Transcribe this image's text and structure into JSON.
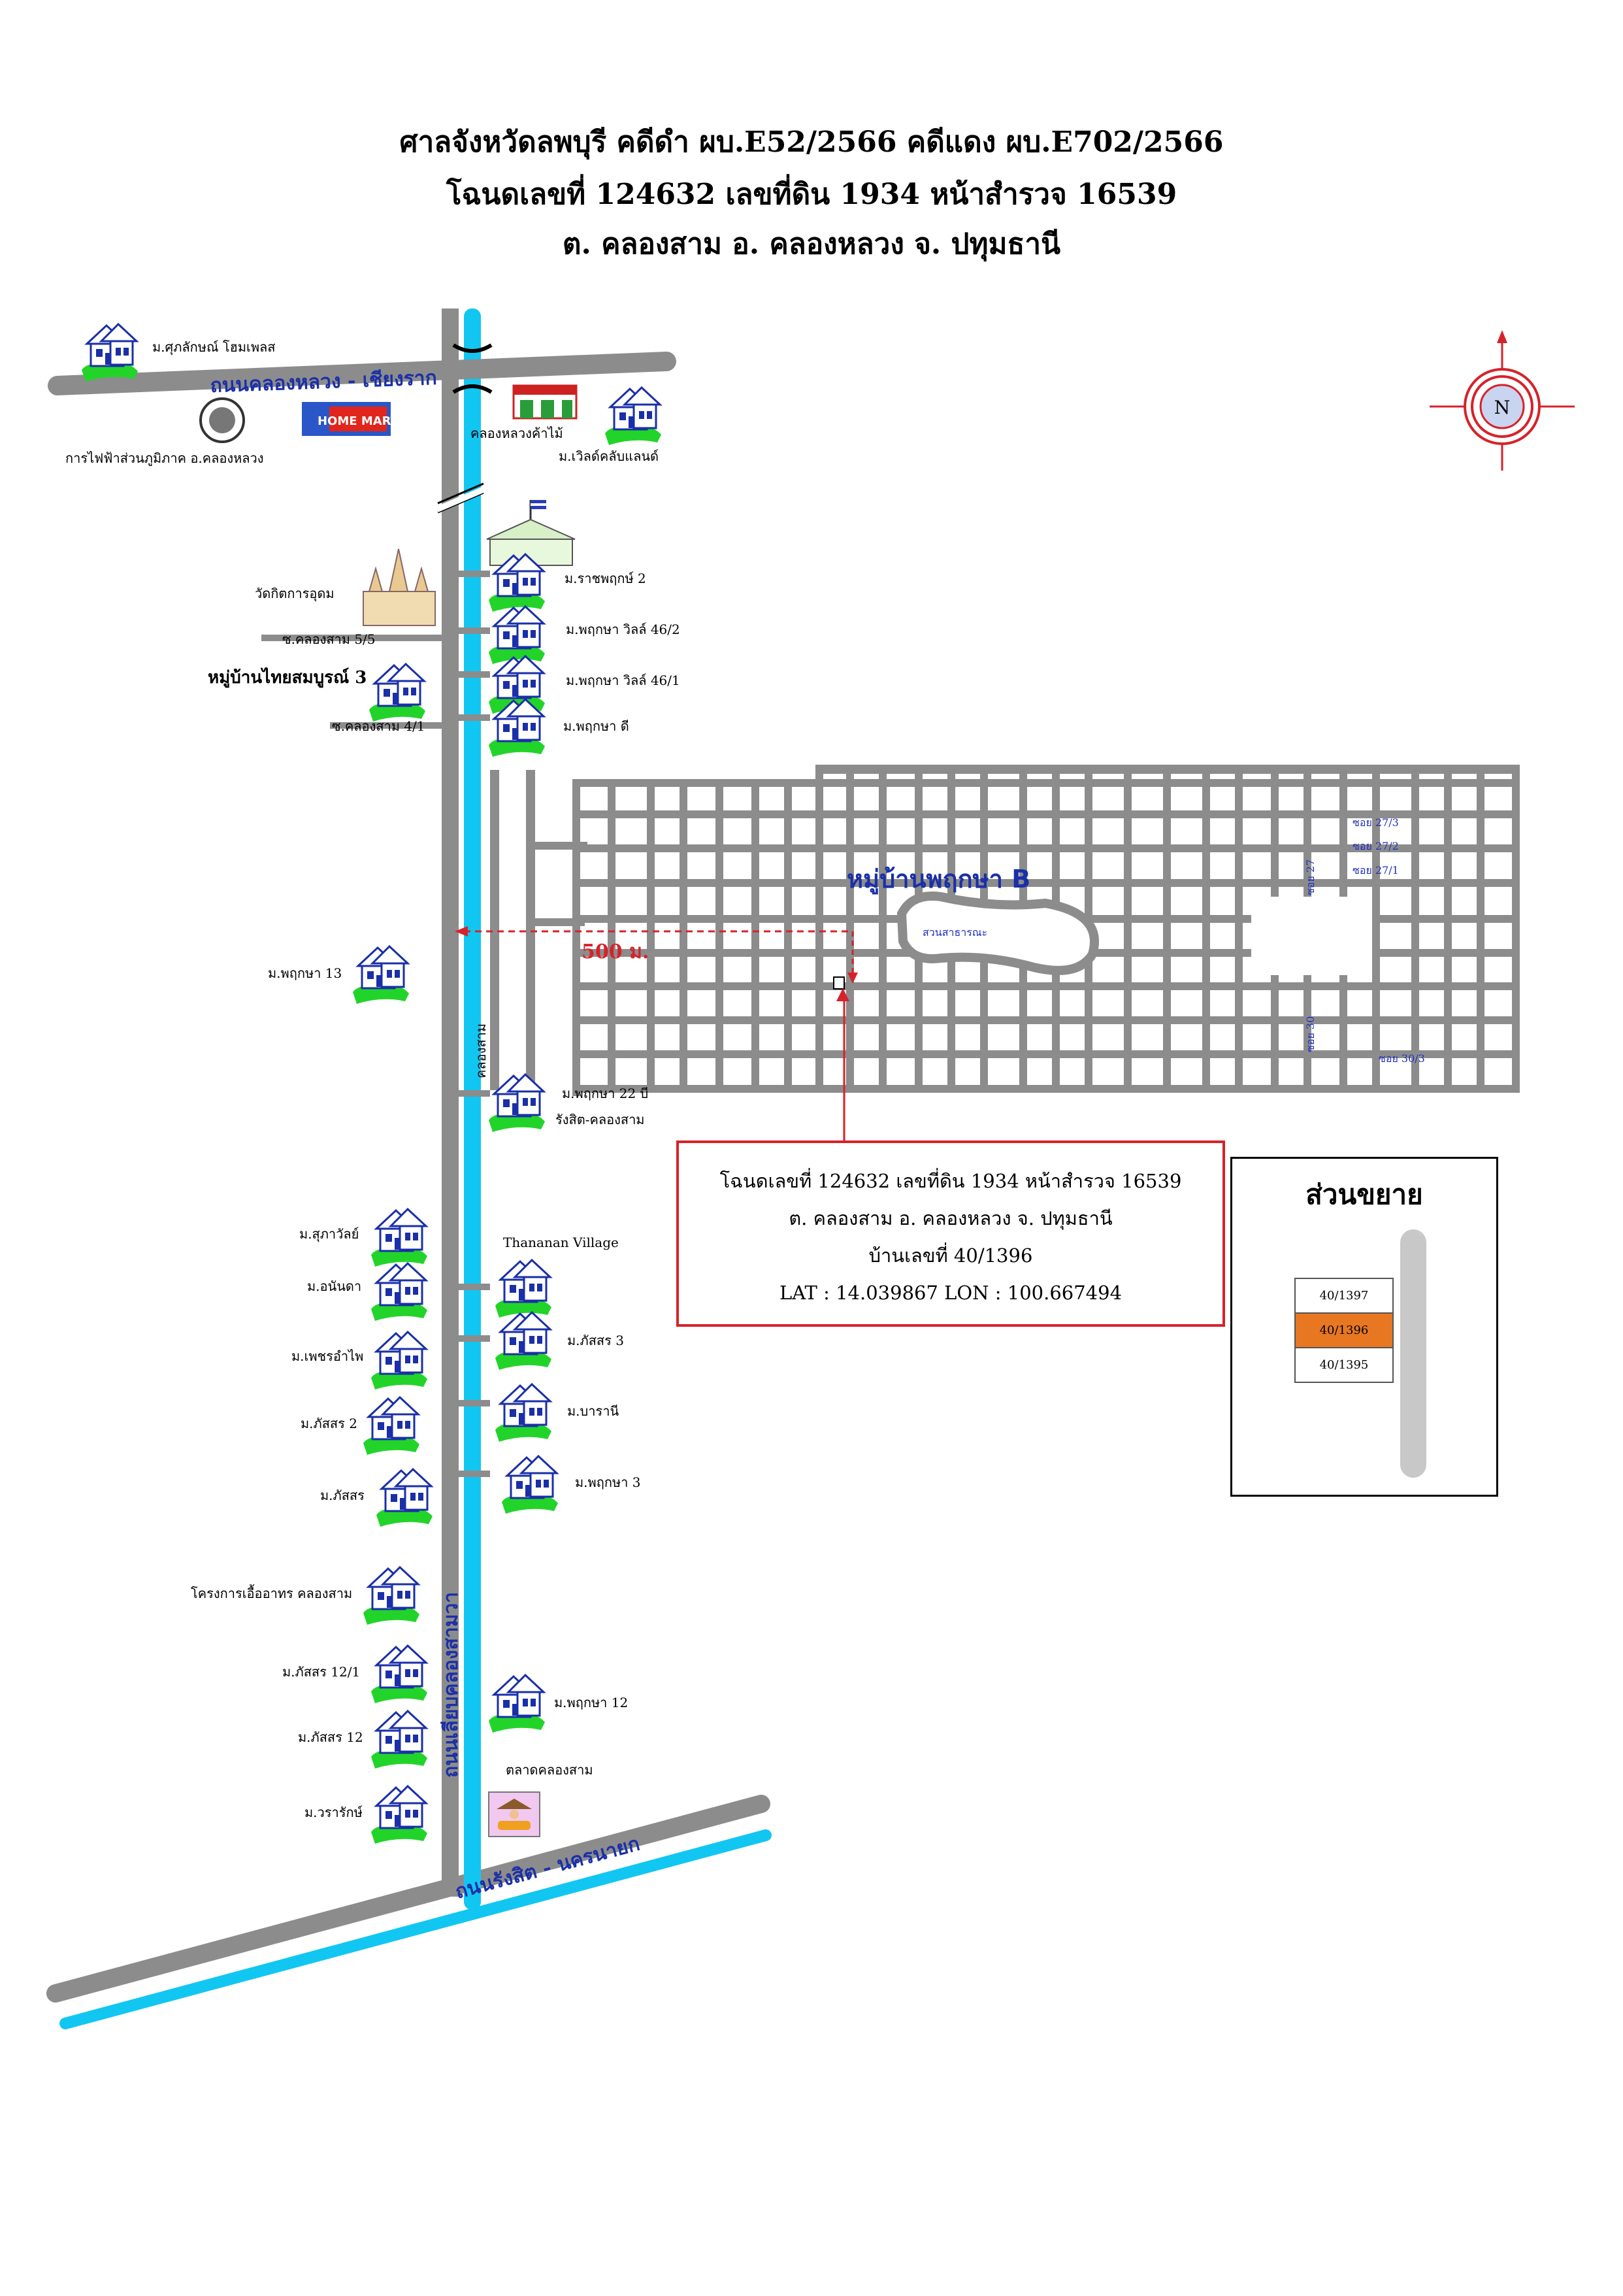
{
  "header": {
    "line1": "ศาลจังหวัดลพบุรี  คดีดำ ผบ.E52/2566 คดีแดง  ผบ.E702/2566",
    "line2": "โฉนดเลขที่ 124632  เลขที่ดิน 1934 หน้าสำรวจ 16539",
    "line3": "ต. คลองสาม   อ. คลองหลวง  จ. ปทุมธานี"
  },
  "compass": {
    "north_label": "N"
  },
  "roads": {
    "top_road": "ถนนคลองหลวง - เชียงราก",
    "main_road": "ถนนเลียบคลองสามวา",
    "bottom_road": "ถนนรังสิต - นครนายก",
    "canal_label": "คลองสาม"
  },
  "landmarks": {
    "sukonthasawat": "ม.ศุภลักษณ์ โฮมเพลส",
    "pea": "การไฟฟ้าส่วนภูมิภาค อ.คลองหลวง",
    "klong_luang_market": "คลองหลวงค้าไม้",
    "world_club": "ม.เวิลด์คลับแลนด์",
    "wat": "วัดกิตการอุดม",
    "soi_5_5": "ซ.คลองสาม 5/5",
    "thai_village": "หมู่บ้านไทยสมบูรณ์ 3",
    "soi_4_1": "ซ.คลองสาม 4/1",
    "market": "ตลาดคลองสาม"
  },
  "villages": {
    "ratchaphruek2": "ม.ราชพฤกษ์ 2",
    "pruksa_villa_46_2": "ม.พฤกษา วิลล์ 46/2",
    "pruksa_villa_46_1": "ม.พฤกษา วิลล์ 46/1",
    "pruksa_d": "ม.พฤกษา ดี",
    "pruksa13": "ม.พฤกษา 13",
    "pruksa22b": "ม.พฤกษา 22 บี",
    "rangsit_klongsam": "รังสิต-คลองสาม",
    "supawan": "ม.สุภาวัลย์",
    "anankha": "ม.อนันดา",
    "phetcharaphai": "ม.เพชรอำไพ",
    "phatsorn2": "ม.ภัสสร 2",
    "phatsorn": "ม.ภัสสร",
    "uea_athorn": "โครงการเอื้ออาทร คลองสาม",
    "phatsorn12_1": "ม.ภัสสร 12/1",
    "phatsorn12": "ม.ภัสสร 12",
    "waraphak": "ม.วรารักษ์",
    "thananan": "Thananan Village",
    "phatsorn3": "ม.ภัสสร 3",
    "burani": "ม.บารานี",
    "pruksa3": "ม.พฤกษา 3",
    "pruksa12": "ม.พฤกษา 12"
  },
  "subdivision": {
    "name": "หมู่บ้านพฤกษา B",
    "park": "สวนสาธารณะ",
    "distance": "500 ม.",
    "soi_27_3": "ซอย 27/3",
    "soi_27_2": "ซอย 27/2",
    "soi_27_1": "ซอย 27/1",
    "soi_27": "ซอย 27",
    "soi_30": "ซอย 30",
    "soi_30_3": "ซอย 30/3"
  },
  "infobox": {
    "line1": "โฉนดเลขที่ 124632  เลขที่ดิน 1934 หน้าสำรวจ 16539",
    "line2": "ต. คลองสาม   อ. คลองหลวง  จ. ปทุมธานี",
    "line3": "บ้านเลขที่ 40/1396",
    "line4": "LAT : 14.039867  LON : 100.667494"
  },
  "zoom": {
    "title": "ส่วนขยาย",
    "lot_top": "40/1397",
    "lot_selected": "40/1396",
    "lot_bottom": "40/1395",
    "selected_color": "#e87722"
  },
  "colors": {
    "road": "#8c8c8c",
    "canal": "#12c6f2",
    "accent": "#d6222a",
    "label_blue": "#1a2fa8"
  }
}
